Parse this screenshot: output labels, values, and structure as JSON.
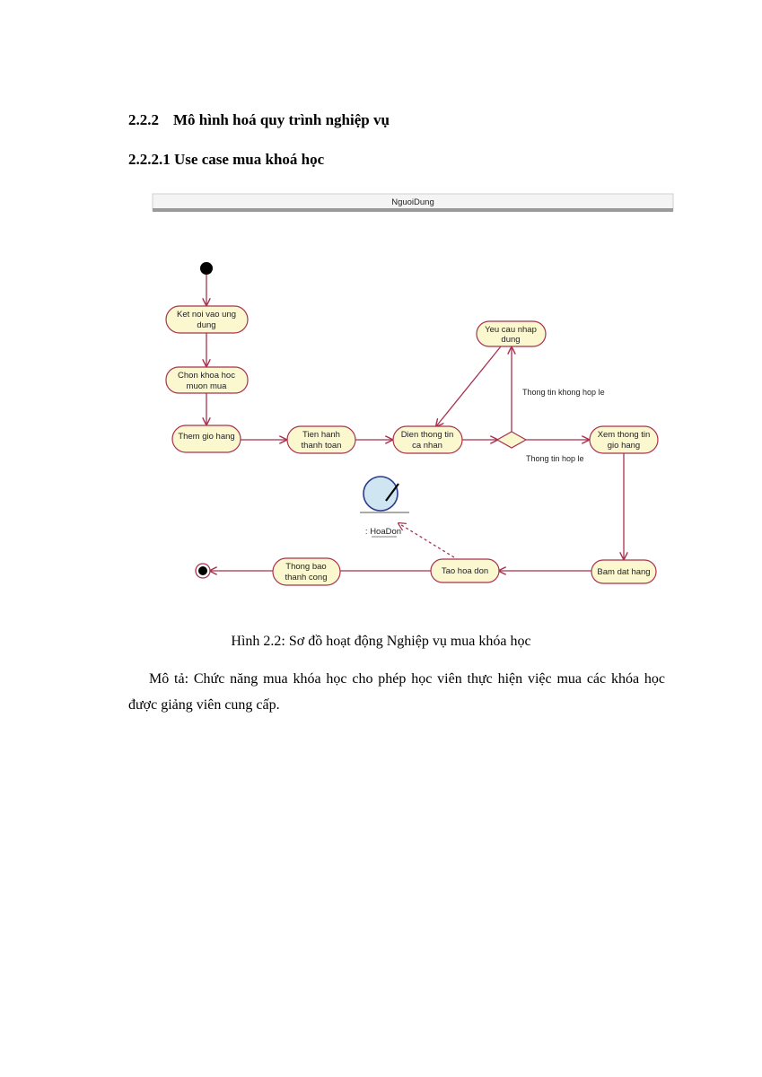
{
  "section": {
    "number": "2.2.2",
    "title": "Mô hình hoá quy trình nghiệp vụ"
  },
  "subsection": {
    "title": "2.2.2.1 Use case mua khoá học"
  },
  "diagram": {
    "swimlane": "NguoiDung",
    "nodes": {
      "n1": [
        "Ket noi vao ung",
        "dung"
      ],
      "n2": [
        "Chon khoa hoc",
        "muon mua"
      ],
      "n3": [
        "Them gio hang"
      ],
      "n4": [
        "Tien hanh",
        "thanh toan"
      ],
      "n5": [
        "Dien thong tin",
        "ca nhan"
      ],
      "n6": [
        "Yeu cau nhap",
        "dung"
      ],
      "n7": [
        "Xem thong tin",
        "gio hang"
      ],
      "n8": [
        "Bam dat hang"
      ],
      "n9": [
        "Tao hoa don"
      ],
      "n10": [
        "Thong bao",
        "thanh cong"
      ]
    },
    "guards": {
      "invalid": "Thong tin khong hop le",
      "valid": "Thong tin hop le"
    },
    "object_label": ": HoaDon",
    "colors": {
      "node_fill": "#fbf8d0",
      "node_stroke": "#a8324f",
      "arrow": "#a8324f",
      "object_fill": "#cfe6f2",
      "object_stroke": "#2b3a8c"
    }
  },
  "caption": "Hình 2.2: Sơ đồ hoạt động Nghiệp vụ mua khóa học",
  "description": "Mô tả: Chức năng mua khóa học cho phép học viên thực hiện việc mua các khóa học được giảng viên cung cấp."
}
